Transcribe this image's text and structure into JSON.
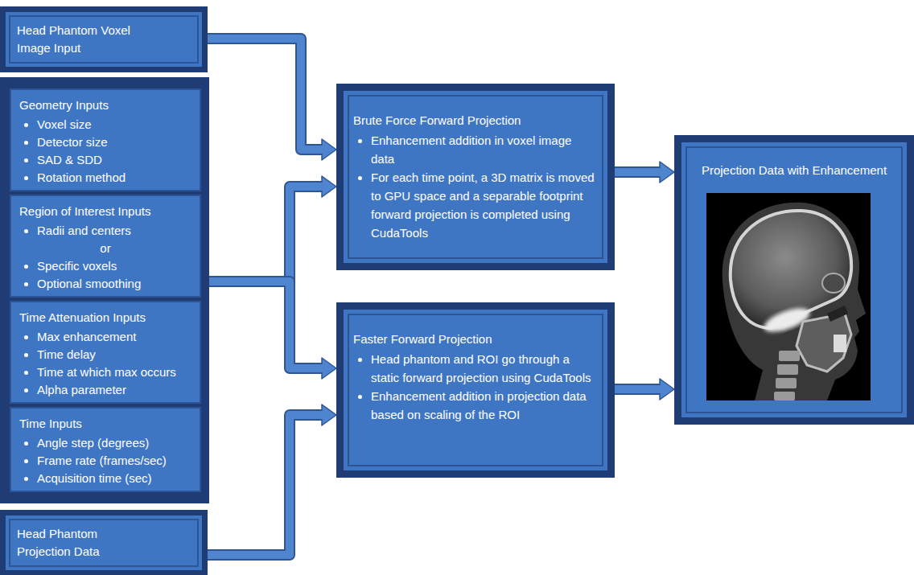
{
  "diagram": {
    "nodes": [
      {
        "text": [
          "Head Phantom Voxel Image Input"
        ]
      },
      {
        "text": []
      },
      {
        "text": [
          "Geometry Inputs",
          "Voxel size",
          "Detector size",
          "SAD & SDD",
          "Rotation method"
        ],
        "in": 1
      },
      {
        "text": [
          "Region of Interest Inputs",
          "Radii and centers",
          "or",
          "Specific voxels",
          "Optional smoothing"
        ],
        "in": 1
      },
      {
        "text": [
          "Time Attenuation Inputs",
          "Max enhancement",
          "Time delay",
          "Time at which max occurs",
          "Alpha parameter"
        ],
        "in": 1
      },
      {
        "text": [
          "Time Inputs",
          "Angle step (degrees)",
          "Frame rate (frames/sec)",
          "Acquisition time (sec)"
        ],
        "in": 1
      },
      {
        "text": [
          "Head Phantom Projection Data"
        ]
      },
      {
        "text": [
          "Brute Force Forward Projection",
          "Enhancement addition in voxel image data",
          "For each time point, a 3D matrix is moved to GPU space and a separable footprint forward projection is completed using CudaTools"
        ]
      },
      {
        "text": [
          "Faster Forward Projection",
          "Head phantom and ROI go through a static forward projection using CudaTools",
          "Enhancement addition in projection data based on scaling of the ROI"
        ]
      },
      {
        "text": [
          "Projection Data with Enhancement"
        ]
      }
    ],
    "edges": [
      {
        "from": 0,
        "to": 7,
        "arrow": "to"
      },
      {
        "from": 1,
        "to": 7,
        "arrow": "to"
      },
      {
        "from": 1,
        "to": 8,
        "arrow": "to"
      },
      {
        "from": 6,
        "to": 8,
        "arrow": "to"
      },
      {
        "from": 7,
        "to": 9,
        "arrow": "to"
      },
      {
        "from": 8,
        "to": 9,
        "arrow": "to"
      }
    ]
  }
}
